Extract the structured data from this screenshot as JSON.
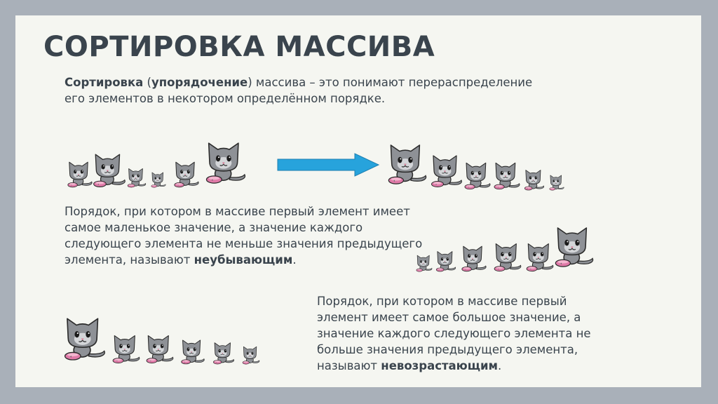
{
  "slide": {
    "title": "СОРТИРОВКА МАССИВА",
    "intro": {
      "bold1": "Сортировка",
      "paren_open": " (",
      "bold2": "упорядочение",
      "rest": ") массива – это понимают перераспределение его элементов в некотором определённом порядке."
    },
    "nondecreasing": {
      "text": "Порядок, при котором в массиве первый элемент имеет самое маленькое значение, а значение каждого следующего элемента не меньше значения предыдущего элемента, называют ",
      "term": "неубывающим",
      "end": "."
    },
    "nonincreasing": {
      "text": "Порядок, при котором в массиве первый элемент имеет самое большое значение, а значение каждого следующего элемента не больше значения предыдущего элемента, называют ",
      "term": "невозрастающим",
      "end": "."
    }
  },
  "colors": {
    "cat_fur": "#8e9196",
    "cat_outline": "#2b2b2b",
    "bowl": "#e07aa8",
    "arrow": "#27a3dc"
  },
  "illustrations": {
    "unsorted_cats": {
      "icon": "cat-with-bowl-icon",
      "sizes": [
        3,
        4,
        2,
        1,
        3,
        6
      ]
    },
    "sorted_desc_cats_top": {
      "icon": "cat-with-bowl-icon",
      "sizes": [
        6,
        4,
        3,
        3,
        2,
        1
      ]
    },
    "ascending_cats": {
      "icon": "cat-with-bowl-icon",
      "sizes": [
        1,
        2,
        3,
        3,
        4,
        6
      ]
    },
    "descending_cats": {
      "icon": "cat-with-bowl-icon",
      "sizes": [
        6,
        3,
        3,
        2,
        2,
        1
      ]
    },
    "arrow_icon": "right-arrow-icon"
  }
}
